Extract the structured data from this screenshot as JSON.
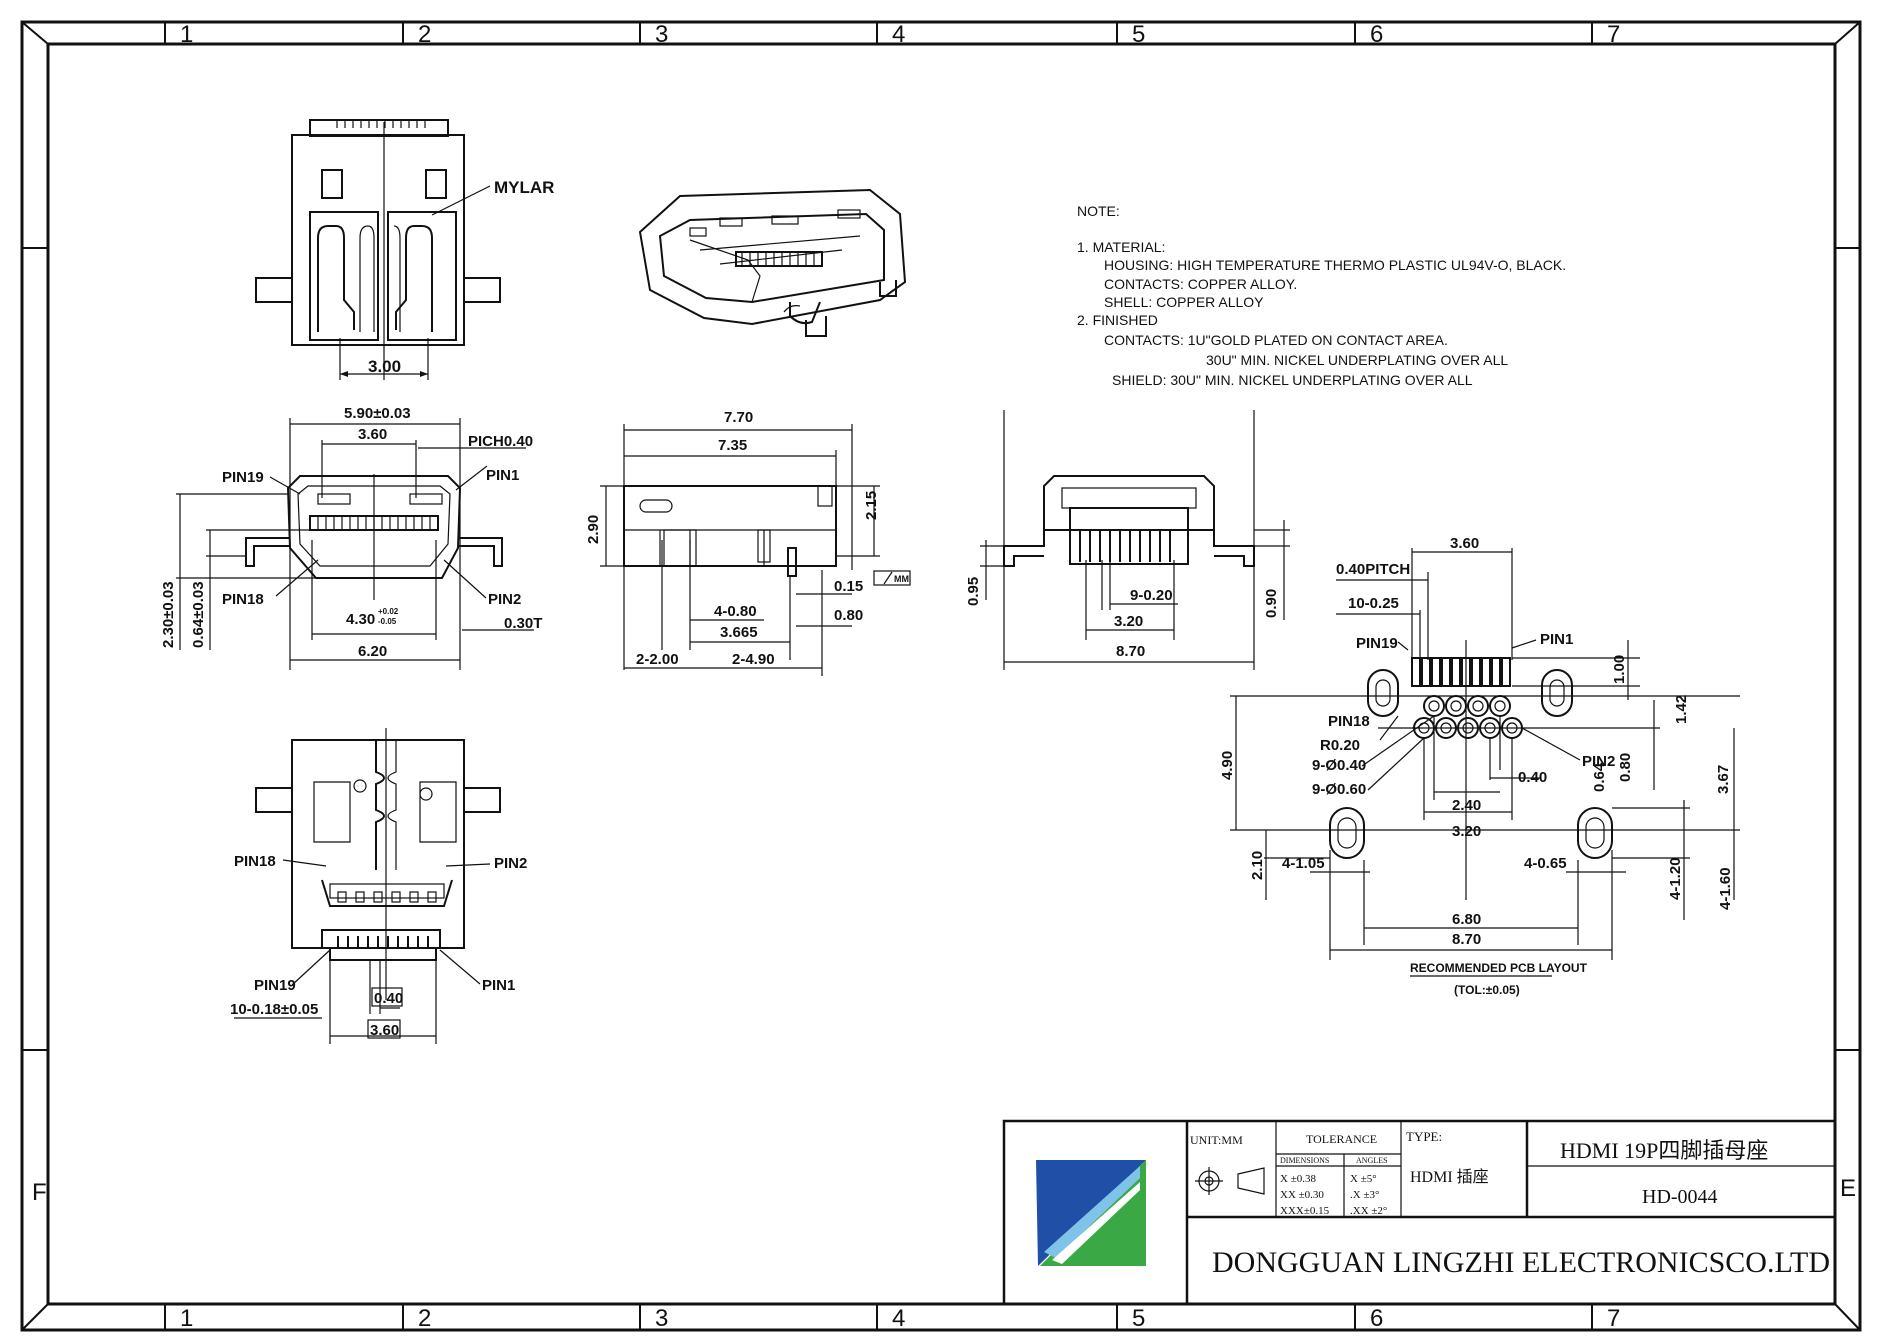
{
  "frame": {
    "columns": [
      "1",
      "2",
      "3",
      "4",
      "5",
      "6",
      "7"
    ],
    "row_letter_left": "F",
    "row_letter_right": "E"
  },
  "notes": {
    "heading": "NOTE:",
    "lines": [
      "1. MATERIAL:",
      "HOUSING: HIGH TEMPERATURE THERMO  PLASTIC UL94V-O, BLACK.",
      "CONTACTS: COPPER ALLOY.",
      "SHELL: COPPER ALLOY",
      "2. FINISHED",
      "CONTACTS: 1U\"GOLD PLATED ON CONTACT AREA.",
      "30U\" MIN. NICKEL UNDERPLATING OVER ALL",
      "SHIELD: 30U\" MIN. NICKEL UNDERPLATING OVER ALL"
    ]
  },
  "top_view": {
    "mylar": "MYLAR",
    "dim_3_00": "3.00"
  },
  "front_view": {
    "d_590": "5.90±0.03",
    "d_360": "3.60",
    "pitch": "PICH0.40",
    "pin1": "PIN1",
    "pin19": "PIN19",
    "pin18": "PIN18",
    "pin2": "PIN2",
    "d_230": "2.30±0.03",
    "d_064": "0.64±0.03",
    "d_430": "4.30",
    "d_430_tol_up": "+0.02",
    "d_430_tol_dn": "-0.05",
    "d_030t": "0.30T",
    "d_620": "6.20"
  },
  "side_view": {
    "d_770": "7.70",
    "d_735": "7.35",
    "d_290": "2.90",
    "d_215": "2.15",
    "d_015": "0.15",
    "d_080": "0.80",
    "d_4_080": "4-0.80",
    "d_3665": "3.665",
    "d_2_200": "2-2.00",
    "d_2_490": "2-4.90",
    "flat_box_val": "MM"
  },
  "rear_view": {
    "d_095": "0.95",
    "d_090": "0.90",
    "d_9_020": "9-0.20",
    "d_320": "3.20",
    "d_870": "8.70"
  },
  "bottom_view": {
    "pin18": "PIN18",
    "pin2": "PIN2",
    "pin19": "PIN19",
    "pin1": "PIN1",
    "d_10_018": "10-0.18±0.05",
    "d_040": "0.40",
    "d_360": "3.60"
  },
  "pcb_layout": {
    "d_360": "3.60",
    "pitch": "0.40PITCH",
    "d_10_025": "10-0.25",
    "pin19": "PIN19",
    "pin1": "PIN1",
    "d_100": "1.00",
    "d_142": "1.42",
    "pin18": "PIN18",
    "r020": "R0.20",
    "d_9_040": "9-Ø0.40",
    "d_9_060": "9-Ø0.60",
    "pin2": "PIN2",
    "d_040": "0.40",
    "d_064": "0.64",
    "d_080": "0.80",
    "d_367": "3.67",
    "d_490": "4.90",
    "d_240": "2.40",
    "d_320": "3.20",
    "d_210": "2.10",
    "d_4_105": "4-1.05",
    "d_4_065": "4-0.65",
    "d_4_120": "4-1.20",
    "d_4_160": "4-1.60",
    "d_680": "6.80",
    "d_870": "8.70",
    "caption": "RECOMMENDED PCB LAYOUT",
    "tol": "(TOL:±0.05)"
  },
  "title_block": {
    "unit": "UNIT:MM",
    "tolerance": "TOLERANCE",
    "dimensions": "DIMENSIONS",
    "angles": "ANGLES",
    "tol_rows": [
      {
        "dim": "X  ±0.38",
        "ang": "X   ±5°"
      },
      {
        "dim": "XX ±0.30",
        "ang": ".X  ±3°"
      },
      {
        "dim": "XXX±0.15",
        "ang": ".XX ±2°"
      }
    ],
    "type_label": "TYPE:",
    "type_value": "HDMI 插座",
    "title": "HDMI 19P四脚插母座",
    "part_no": "HD-0044",
    "company": "DONGGUAN LINGZHI ELECTRONICSCO.LTD",
    "logo_colors": {
      "green": "#3aa845",
      "blue": "#1f4fa6",
      "light": "#7fc3e8"
    }
  }
}
